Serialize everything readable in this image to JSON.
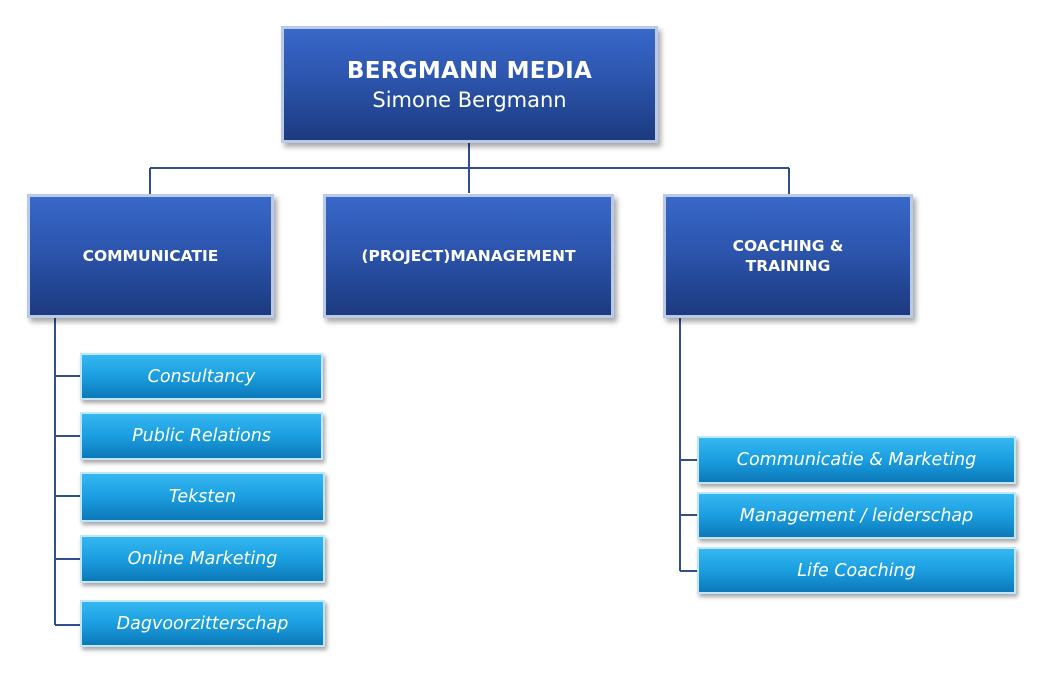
{
  "root": {
    "company": "BERGMANN MEDIA",
    "person": "Simone Bergmann"
  },
  "departments": [
    {
      "label": "COMMUNICATIE",
      "items": [
        "Consultancy",
        "Public Relations",
        "Teksten",
        "Online Marketing",
        "Dagvoorzitterschap"
      ]
    },
    {
      "label": "(PROJECT)MANAGEMENT",
      "items": []
    },
    {
      "label": "COACHING & TRAINING",
      "items": [
        "Communicatie & Marketing",
        "Management / leiderschap",
        "Life Coaching"
      ]
    }
  ],
  "colors": {
    "dept_gradient_top": "#3868c9",
    "dept_gradient_bottom": "#1c3a80",
    "sub_gradient_top": "#35b7f1",
    "sub_gradient_bottom": "#0c78b8",
    "connector": "#2f4f8f"
  }
}
